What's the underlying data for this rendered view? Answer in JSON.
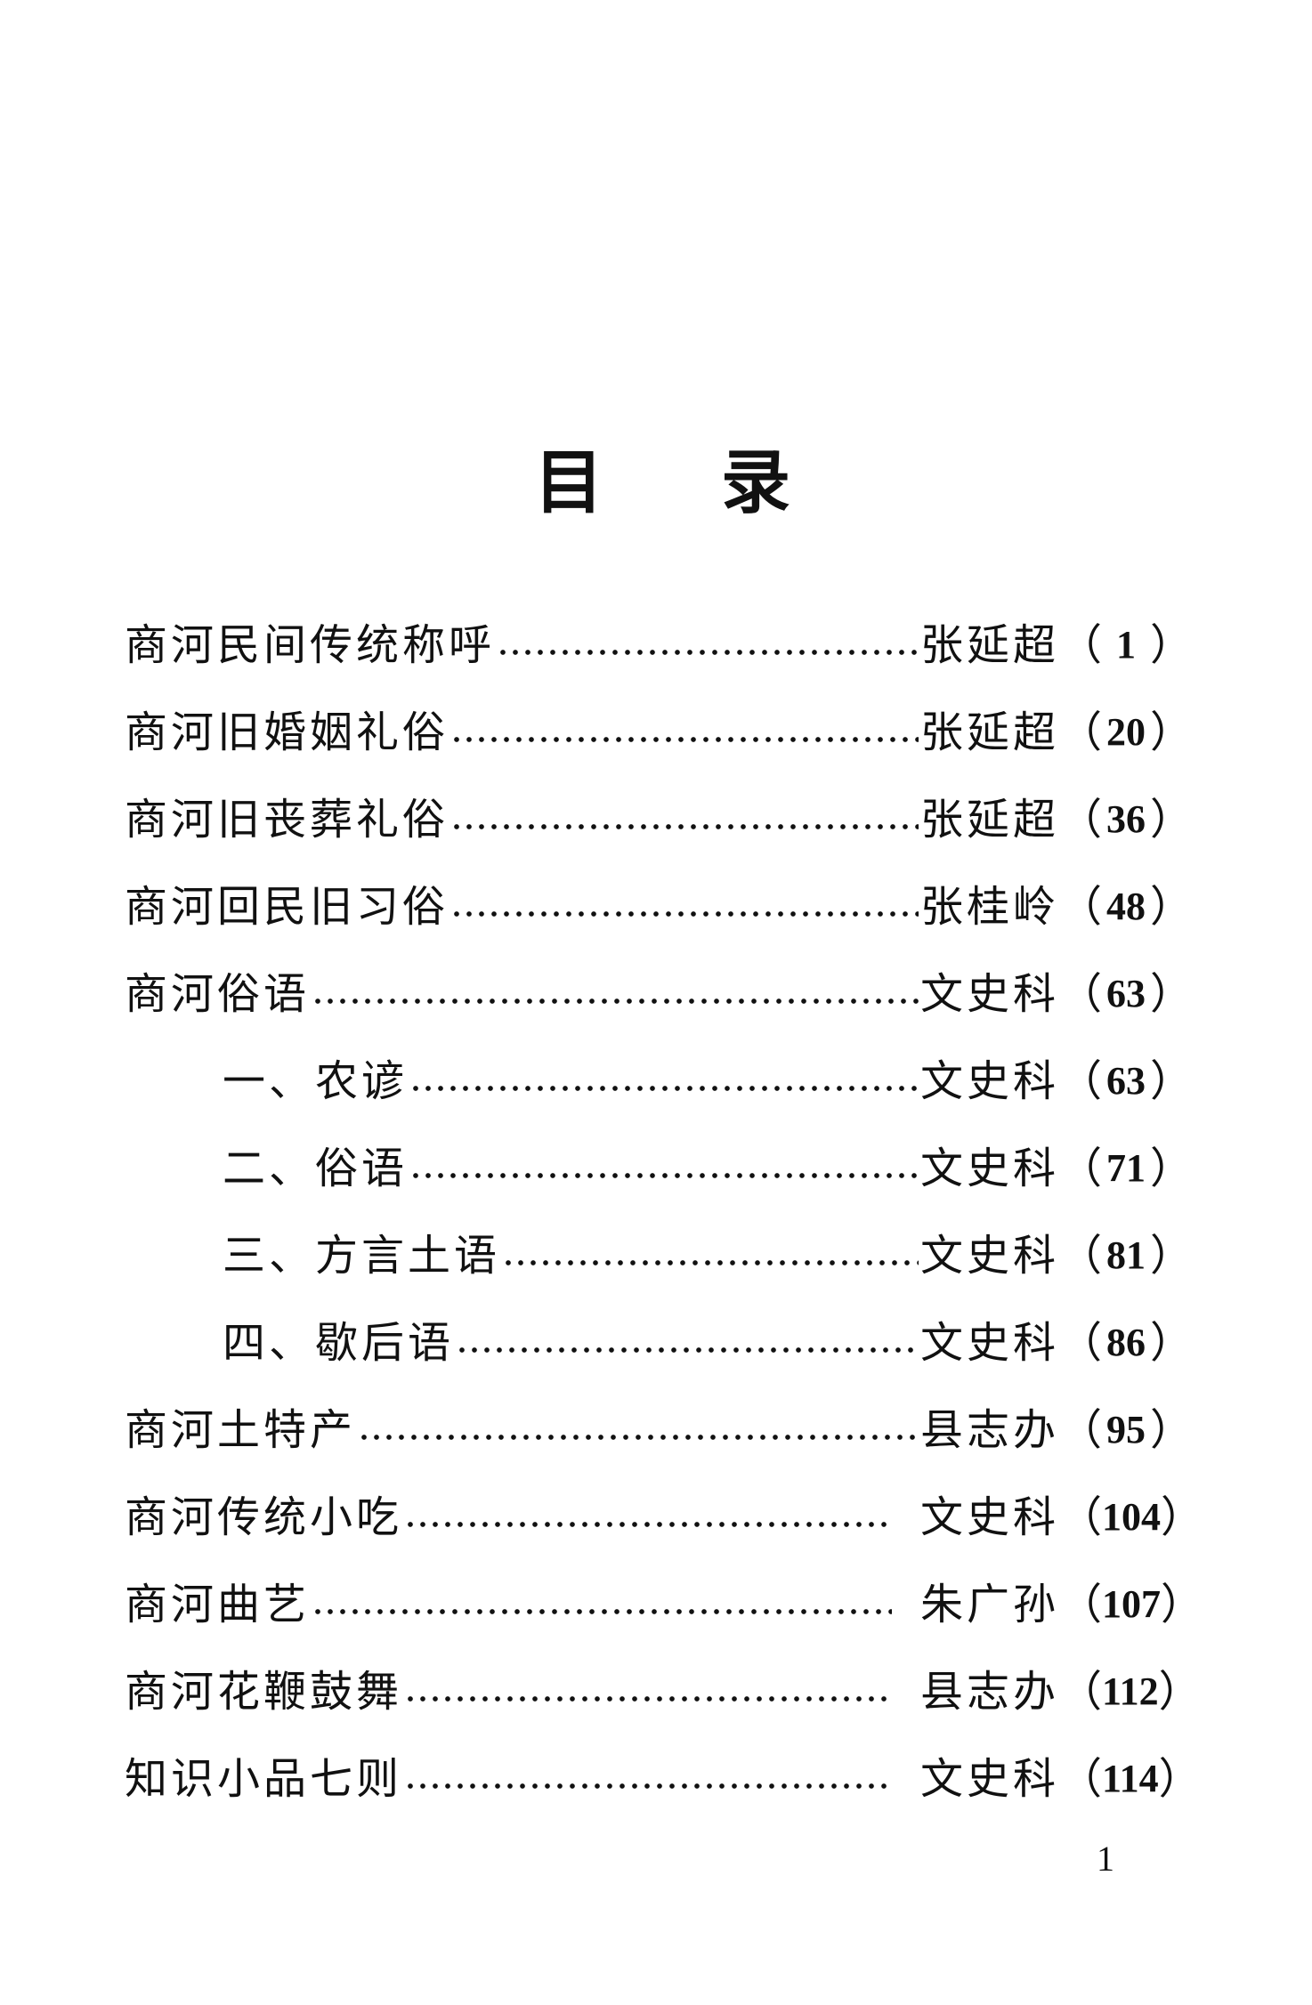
{
  "title": [
    "目",
    "录"
  ],
  "entries": [
    {
      "title": "商河民间传统称呼",
      "author": "张延超",
      "page": "1",
      "indent": false,
      "spaced": false
    },
    {
      "title": "商河旧婚姻礼俗",
      "author": "张延超",
      "page": "20",
      "indent": false,
      "spaced": false
    },
    {
      "title": "商河旧丧葬礼俗",
      "author": "张延超",
      "page": "36",
      "indent": false,
      "spaced": false
    },
    {
      "title": "商河回民旧习俗",
      "author": "张桂岭",
      "page": "48",
      "indent": false,
      "spaced": false
    },
    {
      "title": "商河俗语",
      "author": "文史科",
      "page": "63",
      "indent": false,
      "spaced": false
    },
    {
      "title": "一、农谚",
      "author": "文史科",
      "page": "63",
      "indent": true,
      "spaced": false
    },
    {
      "title": "二、俗语",
      "author": "文史科",
      "page": "71",
      "indent": true,
      "spaced": false
    },
    {
      "title": "三、方言土语",
      "author": "文史科",
      "page": "81",
      "indent": true,
      "spaced": false
    },
    {
      "title": "四、歇后语",
      "author": "文史科",
      "page": "86",
      "indent": true,
      "spaced": false
    },
    {
      "title": "商河土特产",
      "author": "县志办",
      "page": "95",
      "indent": false,
      "spaced": false
    },
    {
      "title": "商河传统小吃",
      "author": "文史科",
      "page": "104",
      "indent": false,
      "spaced": true
    },
    {
      "title": "商河曲艺",
      "author": "朱广孙",
      "page": "107",
      "indent": false,
      "spaced": true
    },
    {
      "title": "商河花鞭鼓舞",
      "author": "县志办",
      "page": "112",
      "indent": false,
      "spaced": true
    },
    {
      "title": "知识小品七则",
      "author": "文史科",
      "page": "114",
      "indent": false,
      "spaced": true
    }
  ],
  "paren_open": "（",
  "paren_close": "）",
  "page_number": "1"
}
